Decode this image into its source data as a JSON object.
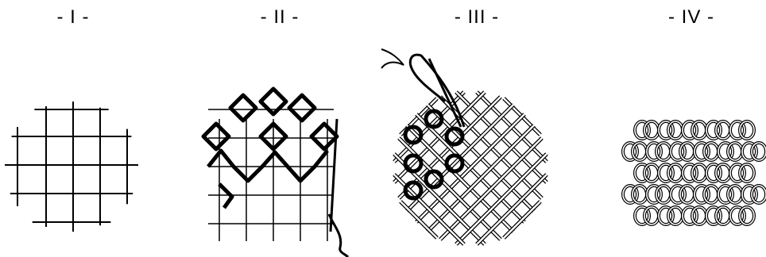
{
  "steps": [
    {
      "label": "- I -"
    },
    {
      "label": "- II -"
    },
    {
      "label": "- III -"
    },
    {
      "label": "- IV -"
    }
  ],
  "colors": {
    "ink": "#000000",
    "background": "#ffffff"
  }
}
